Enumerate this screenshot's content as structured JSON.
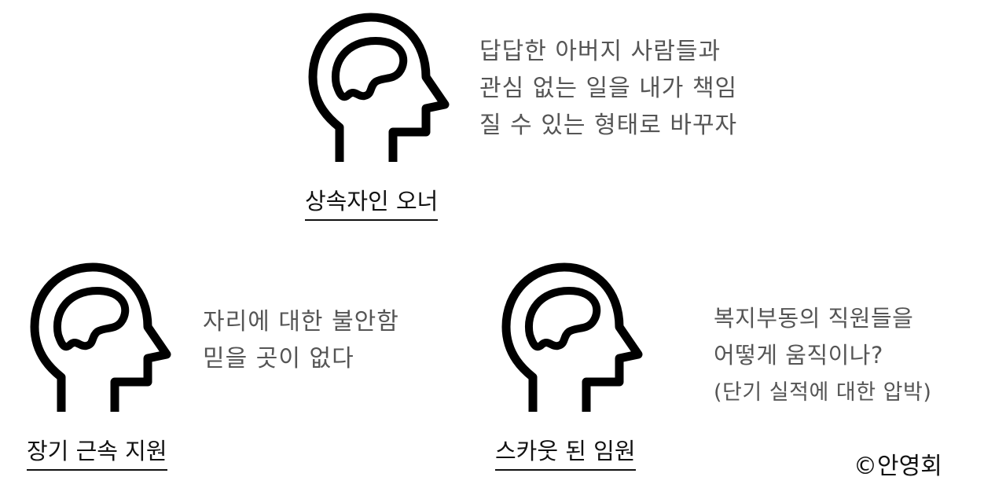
{
  "personas": [
    {
      "label": "상속자인 오너",
      "icon": "head-brain-icon",
      "lines": [
        "답답한 아버지 사람들과",
        "관심 없는 일을 내가 책임",
        "질 수 있는 형태로 바꾸자"
      ]
    },
    {
      "label": "장기 근속 지원",
      "icon": "head-brain-icon",
      "lines": [
        "자리에 대한 불안함",
        "믿을 곳이 없다"
      ]
    },
    {
      "label": "스카웃 된 임원",
      "icon": "head-brain-icon",
      "lines": [
        "복지부동의 직원들을",
        "어떻게 움직이나?",
        "(단기 실적에 대한 압박)"
      ]
    }
  ],
  "copyright": "©안영회",
  "colors": {
    "icon": "#000000",
    "label": "#111111",
    "description": "#555555",
    "background": "#ffffff"
  }
}
